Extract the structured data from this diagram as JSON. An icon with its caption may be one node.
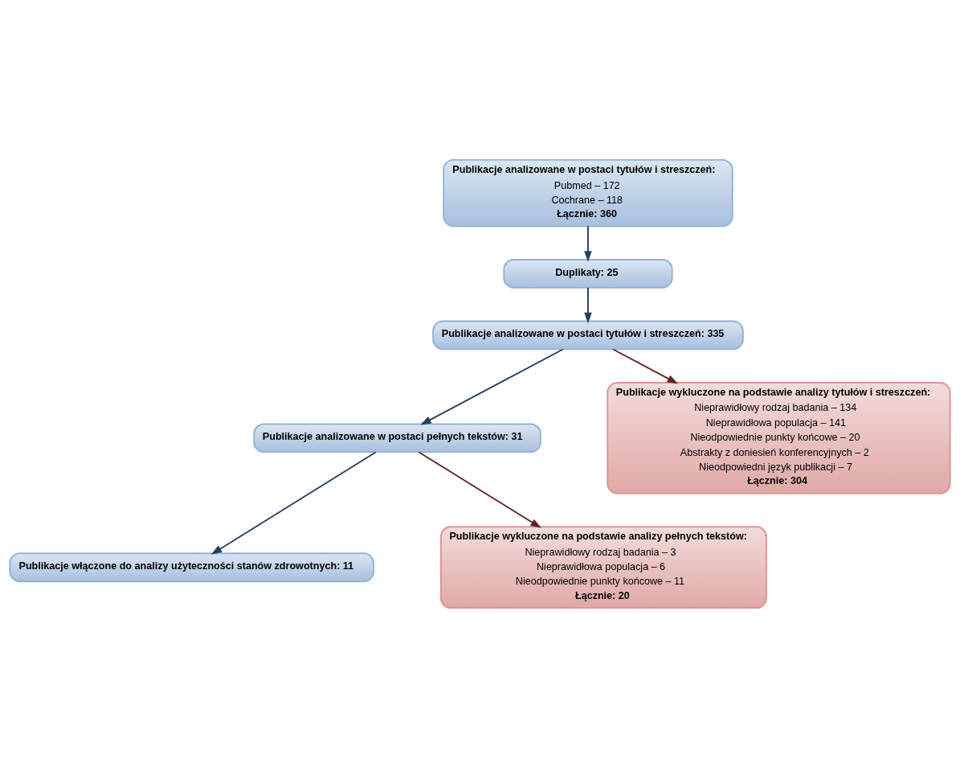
{
  "diagram": {
    "nodes": [
      {
        "text": [
          "Publikacje analizowane w postaci tytułów i streszczeń:",
          "Pubmed – 172",
          "Cochrane – 118",
          "Łącznie: 360"
        ]
      },
      {
        "text": [
          "Duplikaty: 25"
        ]
      },
      {
        "text": [
          "Publikacje analizowane w postaci tytułów i streszczeń: 335"
        ]
      },
      {
        "text": [
          "Publikacje analizowane w postaci pełnych tekstów: 31"
        ]
      },
      {
        "text": [
          "Publikacje włączone do analizy użyteczności stanów zdrowotnych: 11"
        ]
      },
      {
        "text": [
          "Publikacje wykluczone na podstawie analizy tytułów i streszczeń:",
          "Nieprawidłowy rodzaj badania – 134",
          "Nieprawidłowa populacja – 141",
          "Nieodpowiednie punkty końcowe – 20",
          "Abstrakty z doniesień konferencyjnych – 2",
          "Nieodpowiedni język publikacji – 7",
          "Łącznie: 304"
        ]
      },
      {
        "text": [
          "Publikacje wykluczone na podstawie analizy pełnych tekstów:",
          "Nieprawidłowy rodzaj badania – 3",
          "Nieprawidłowa populacja – 6",
          "Nieodpowiednie punkty końcowe – 11",
          "Łącznie: 20"
        ]
      }
    ],
    "edges": [
      {
        "from": 0,
        "to": 1,
        "arrow": "to"
      },
      {
        "from": 1,
        "to": 2,
        "arrow": "to"
      },
      {
        "from": 2,
        "to": 3,
        "arrow": "to"
      },
      {
        "from": 2,
        "to": 5,
        "arrow": "to",
        "color": "#632423"
      },
      {
        "from": 3,
        "to": 4,
        "arrow": "to"
      },
      {
        "from": 3,
        "to": 6,
        "arrow": "to",
        "color": "#632423"
      }
    ]
  }
}
